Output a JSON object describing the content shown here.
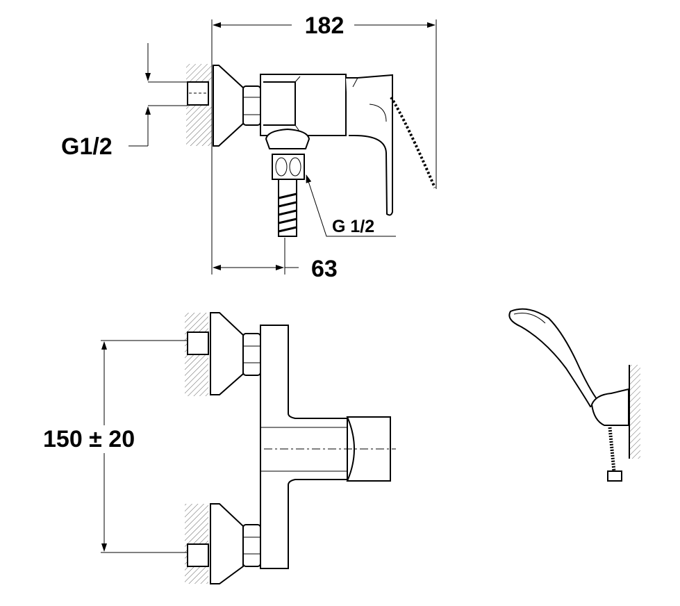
{
  "labels": {
    "overall_width": "182",
    "inlet_thread": "G1/2",
    "outlet_thread": "G 1/2",
    "wall_to_outlet": "63",
    "inlet_spacing": "150 ± 20"
  }
}
